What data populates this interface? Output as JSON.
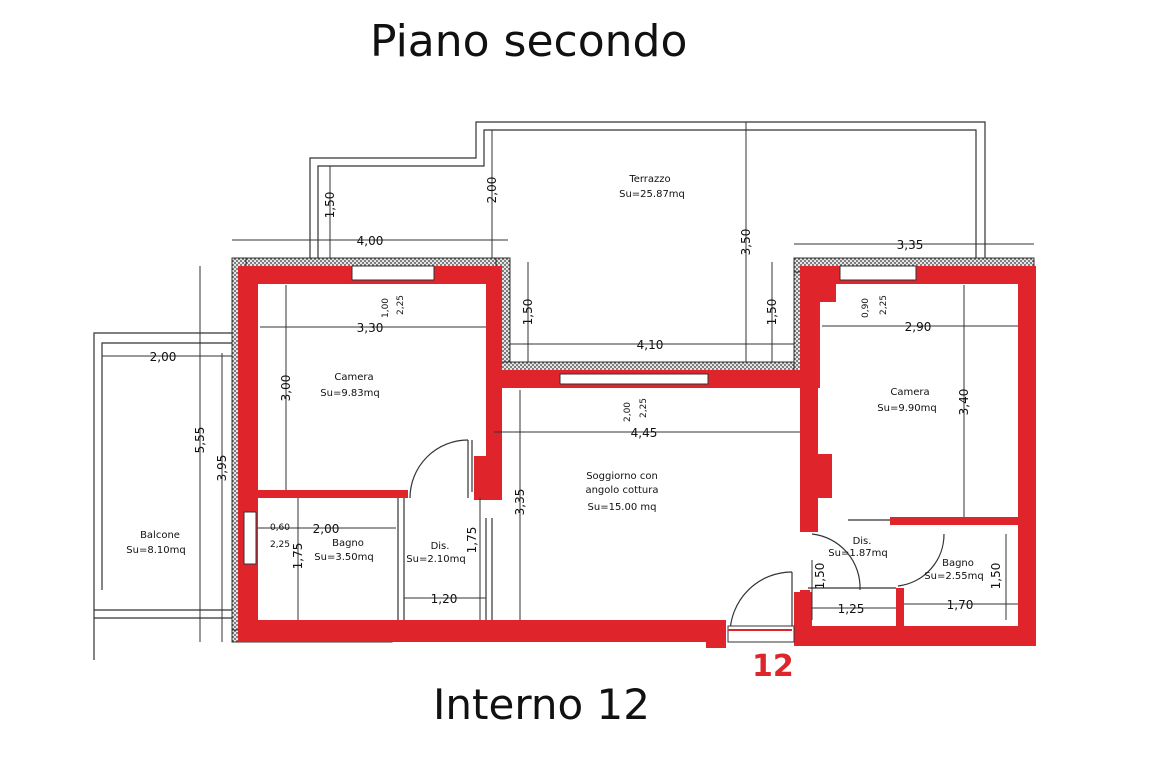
{
  "header": {
    "floor": "Piano secondo"
  },
  "footer": {
    "unit": "Interno 12"
  },
  "plan": {
    "unit_number": "12",
    "colors": {
      "wall": "#e0242b",
      "hatch": "#3a3a3a",
      "line": "#333333"
    },
    "rooms": {
      "terrazzo": {
        "name": "Terrazzo",
        "area": "Su=25.87mq"
      },
      "camera_left": {
        "name": "Camera",
        "area": "Su=9.83mq"
      },
      "soggiorno": {
        "name_line1": "Soggiorno con",
        "name_line2": "angolo cottura",
        "area": "Su=15.00 mq"
      },
      "camera_right": {
        "name": "Camera",
        "area": "Su=9.90mq"
      },
      "balcone": {
        "name": "Balcone",
        "area": "Su=8.10mq"
      },
      "bagno_left": {
        "name": "Bagno",
        "area": "Su=3.50mq"
      },
      "dis_left": {
        "name": "Dis.",
        "area": "Su=2.10mq"
      },
      "dis_right": {
        "name": "Dis.",
        "area": "Su=1.87mq"
      },
      "bagno_right": {
        "name": "Bagno",
        "area": "Su=2.55mq"
      }
    },
    "dimensions": {
      "d400": "4,00",
      "d335": "3,35",
      "d150_top": "1,50",
      "d200_top": "2,00",
      "d350": "3,50",
      "d330": "3,30",
      "d410": "4,10",
      "d290": "2,90",
      "d150_a": "1,50",
      "d150_b": "1,50",
      "d100": "1,00",
      "d225_a": "2,25",
      "d090": "0,90",
      "d225_b": "2,25",
      "d200_balc": "2,00",
      "d555": "5,55",
      "d395": "3,95",
      "d300": "3,00",
      "d200_mid": "2,00",
      "d225_mid": "2,25",
      "d445": "4,45",
      "d340": "3,40",
      "d335_mid": "3,35",
      "d060": "0,60",
      "d200_bagno": "2,00",
      "d225_bagno": "2,25",
      "d175_a": "1,75",
      "d175_b": "1,75",
      "d120": "1,20",
      "d150_c": "1,50",
      "d125": "1,25",
      "d170": "1,70",
      "d150_d": "1,50"
    }
  }
}
